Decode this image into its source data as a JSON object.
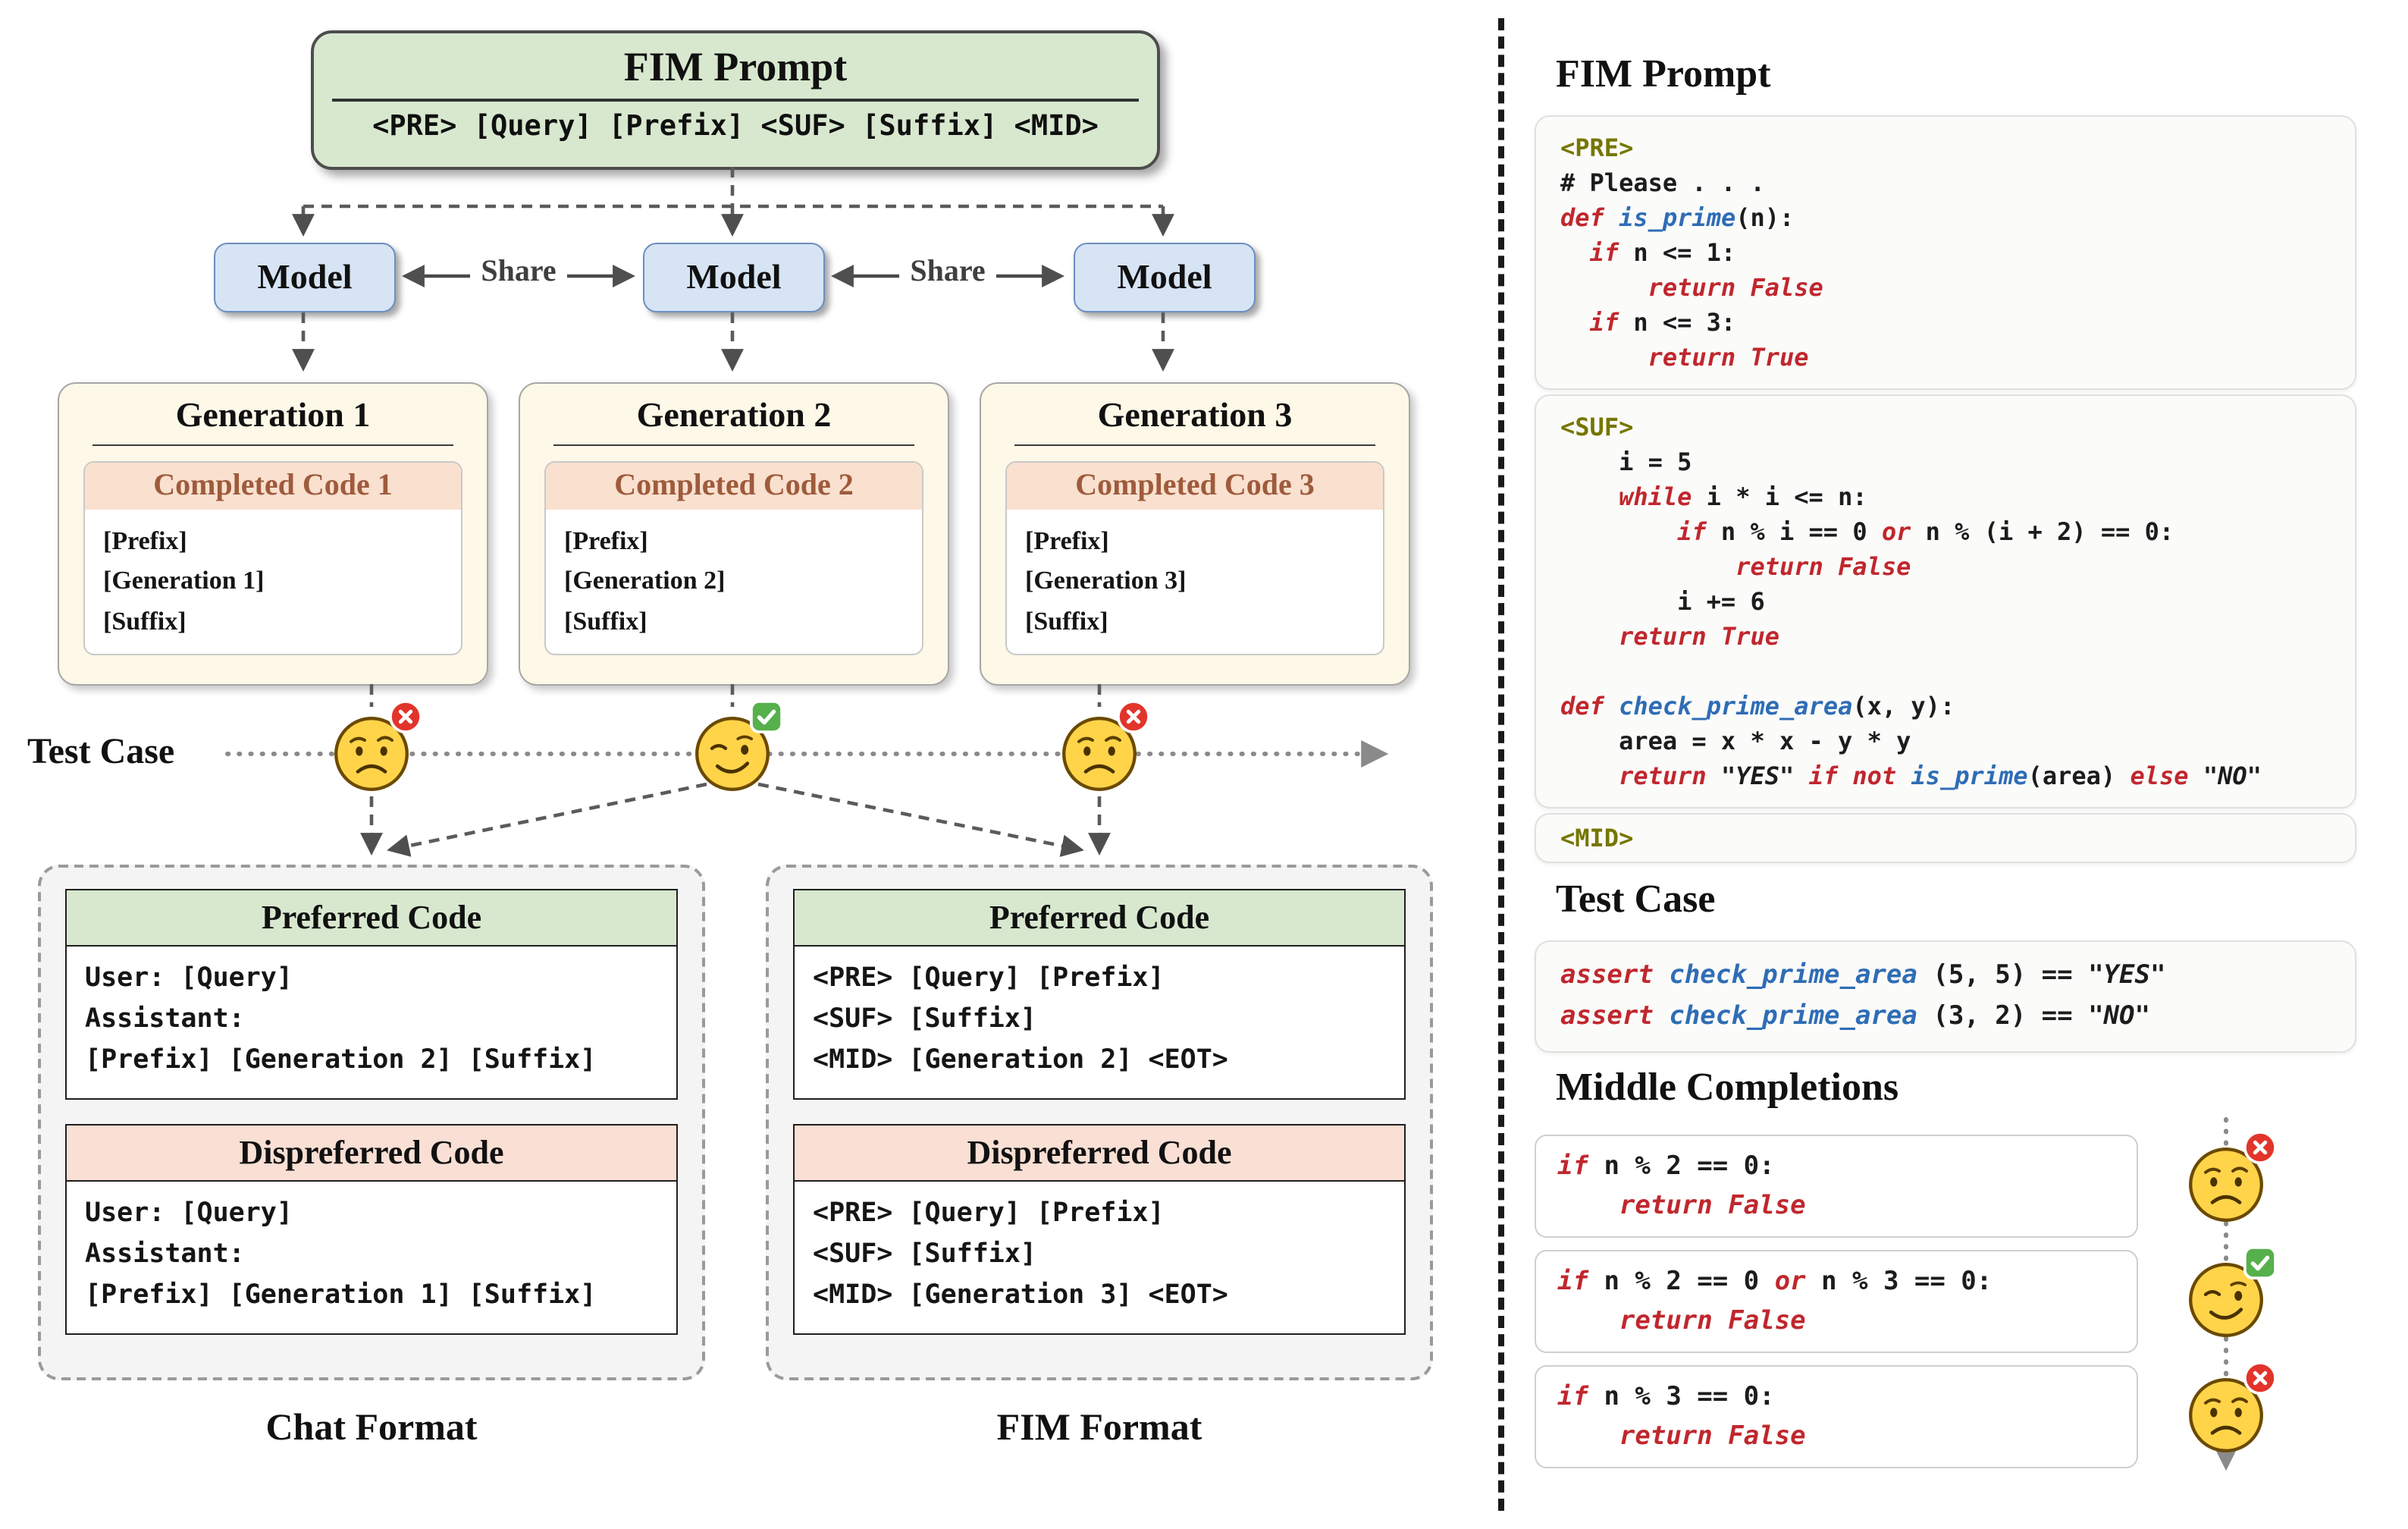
{
  "left": {
    "fim_prompt": {
      "title": "FIM Prompt",
      "tokens": "<PRE> [Query] [Prefix] <SUF> [Suffix] <MID>"
    },
    "model_label": "Model",
    "share_label": "Share",
    "generations": [
      {
        "title": "Generation 1",
        "header": "Completed Code 1",
        "lines": [
          "[Prefix]",
          "[Generation 1]",
          "[Suffix]"
        ],
        "result": "fail"
      },
      {
        "title": "Generation 2",
        "header": "Completed Code 2",
        "lines": [
          "[Prefix]",
          "[Generation 2]",
          "[Suffix]"
        ],
        "result": "pass"
      },
      {
        "title": "Generation 3",
        "header": "Completed Code 3",
        "lines": [
          "[Prefix]",
          "[Generation 3]",
          "[Suffix]"
        ],
        "result": "fail"
      }
    ],
    "test_case_label": "Test Case",
    "chat_format": {
      "caption": "Chat Format",
      "preferred_title": "Preferred Code",
      "preferred_lines": [
        "User: [Query]",
        "Assistant:",
        "[Prefix] [Generation 2] [Suffix]"
      ],
      "dispreferred_title": "Dispreferred Code",
      "dispreferred_lines": [
        "User: [Query]",
        "Assistant:",
        "[Prefix] [Generation 1] [Suffix]"
      ]
    },
    "fim_format": {
      "caption": "FIM Format",
      "preferred_title": "Preferred Code",
      "preferred_lines": [
        "<PRE> [Query] [Prefix]",
        "<SUF> [Suffix]",
        "<MID> [Generation 2] <EOT>"
      ],
      "dispreferred_title": "Dispreferred Code",
      "dispreferred_lines": [
        "<PRE> [Query] [Prefix]",
        "<SUF> [Suffix]",
        "<MID> [Generation 3] <EOT>"
      ]
    }
  },
  "right": {
    "fim_prompt_heading": "FIM Prompt",
    "test_case_heading": "Test Case",
    "middle_completions_heading": "Middle Completions",
    "pre_block": [
      [
        [
          "t",
          "<PRE>"
        ]
      ],
      [
        [
          "p",
          "# Please . . ."
        ]
      ],
      [
        [
          "k",
          "def"
        ],
        [
          "p",
          " "
        ],
        [
          "f",
          "is_prime"
        ],
        [
          "p",
          "(n):"
        ]
      ],
      [
        [
          "p",
          "  "
        ],
        [
          "k",
          "if"
        ],
        [
          "p",
          " n <= 1:"
        ]
      ],
      [
        [
          "p",
          "      "
        ],
        [
          "k",
          "return"
        ],
        [
          "p",
          " "
        ],
        [
          "k",
          "False"
        ]
      ],
      [
        [
          "p",
          "  "
        ],
        [
          "k",
          "if"
        ],
        [
          "p",
          " n <= 3:"
        ]
      ],
      [
        [
          "p",
          "      "
        ],
        [
          "k",
          "return"
        ],
        [
          "p",
          " "
        ],
        [
          "k",
          "True"
        ]
      ]
    ],
    "suf_block": [
      [
        [
          "t",
          "<SUF>"
        ]
      ],
      [
        [
          "p",
          "    i = 5"
        ]
      ],
      [
        [
          "p",
          "    "
        ],
        [
          "k",
          "while"
        ],
        [
          "p",
          " i * i <= n:"
        ]
      ],
      [
        [
          "p",
          "        "
        ],
        [
          "k",
          "if"
        ],
        [
          "p",
          " n % i == 0 "
        ],
        [
          "k",
          "or"
        ],
        [
          "p",
          " n % (i + 2) == 0:"
        ]
      ],
      [
        [
          "p",
          "            "
        ],
        [
          "k",
          "return"
        ],
        [
          "p",
          " "
        ],
        [
          "k",
          "False"
        ]
      ],
      [
        [
          "p",
          "        i += 6"
        ]
      ],
      [
        [
          "p",
          "    "
        ],
        [
          "k",
          "return"
        ],
        [
          "p",
          " "
        ],
        [
          "k",
          "True"
        ]
      ],
      [
        [
          "p",
          ""
        ]
      ],
      [
        [
          "k",
          "def"
        ],
        [
          "p",
          " "
        ],
        [
          "f",
          "check_prime_area"
        ],
        [
          "p",
          "(x, y):"
        ]
      ],
      [
        [
          "p",
          "    area = x * x - y * y"
        ]
      ],
      [
        [
          "p",
          "    "
        ],
        [
          "k",
          "return"
        ],
        [
          "p",
          " "
        ],
        [
          "s",
          "\"YES\""
        ],
        [
          "p",
          " "
        ],
        [
          "k",
          "if"
        ],
        [
          "p",
          " "
        ],
        [
          "k",
          "not"
        ],
        [
          "p",
          " "
        ],
        [
          "f",
          "is_prime"
        ],
        [
          "p",
          "(area) "
        ],
        [
          "k",
          "else"
        ],
        [
          "p",
          " "
        ],
        [
          "s",
          "\"NO\""
        ]
      ]
    ],
    "mid_block": [
      [
        [
          "t",
          "<MID>"
        ]
      ]
    ],
    "test_block": [
      [
        [
          "k",
          "assert"
        ],
        [
          "p",
          " "
        ],
        [
          "f",
          "check_prime_area"
        ],
        [
          "p",
          " (5, 5) == "
        ],
        [
          "s",
          "\"YES\""
        ]
      ],
      [
        [
          "k",
          "assert"
        ],
        [
          "p",
          " "
        ],
        [
          "f",
          "check_prime_area"
        ],
        [
          "p",
          " (3, 2) == "
        ],
        [
          "s",
          "\"NO\""
        ]
      ]
    ],
    "completions": [
      {
        "result": "fail",
        "code": [
          [
            [
              "k",
              "if"
            ],
            [
              "p",
              " n % 2 == 0:"
            ]
          ],
          [
            [
              "p",
              "    "
            ],
            [
              "k",
              "return"
            ],
            [
              "p",
              " "
            ],
            [
              "k",
              "False"
            ]
          ]
        ]
      },
      {
        "result": "pass",
        "code": [
          [
            [
              "k",
              "if"
            ],
            [
              "p",
              " n % 2 == 0 "
            ],
            [
              "k",
              "or"
            ],
            [
              "p",
              " n % 3 == 0:"
            ]
          ],
          [
            [
              "p",
              "    "
            ],
            [
              "k",
              "return"
            ],
            [
              "p",
              " "
            ],
            [
              "k",
              "False"
            ]
          ]
        ]
      },
      {
        "result": "fail",
        "code": [
          [
            [
              "k",
              "if"
            ],
            [
              "p",
              " n % 3 == 0:"
            ]
          ],
          [
            [
              "p",
              "    "
            ],
            [
              "k",
              "return"
            ],
            [
              "p",
              " "
            ],
            [
              "k",
              "False"
            ]
          ]
        ]
      }
    ]
  }
}
